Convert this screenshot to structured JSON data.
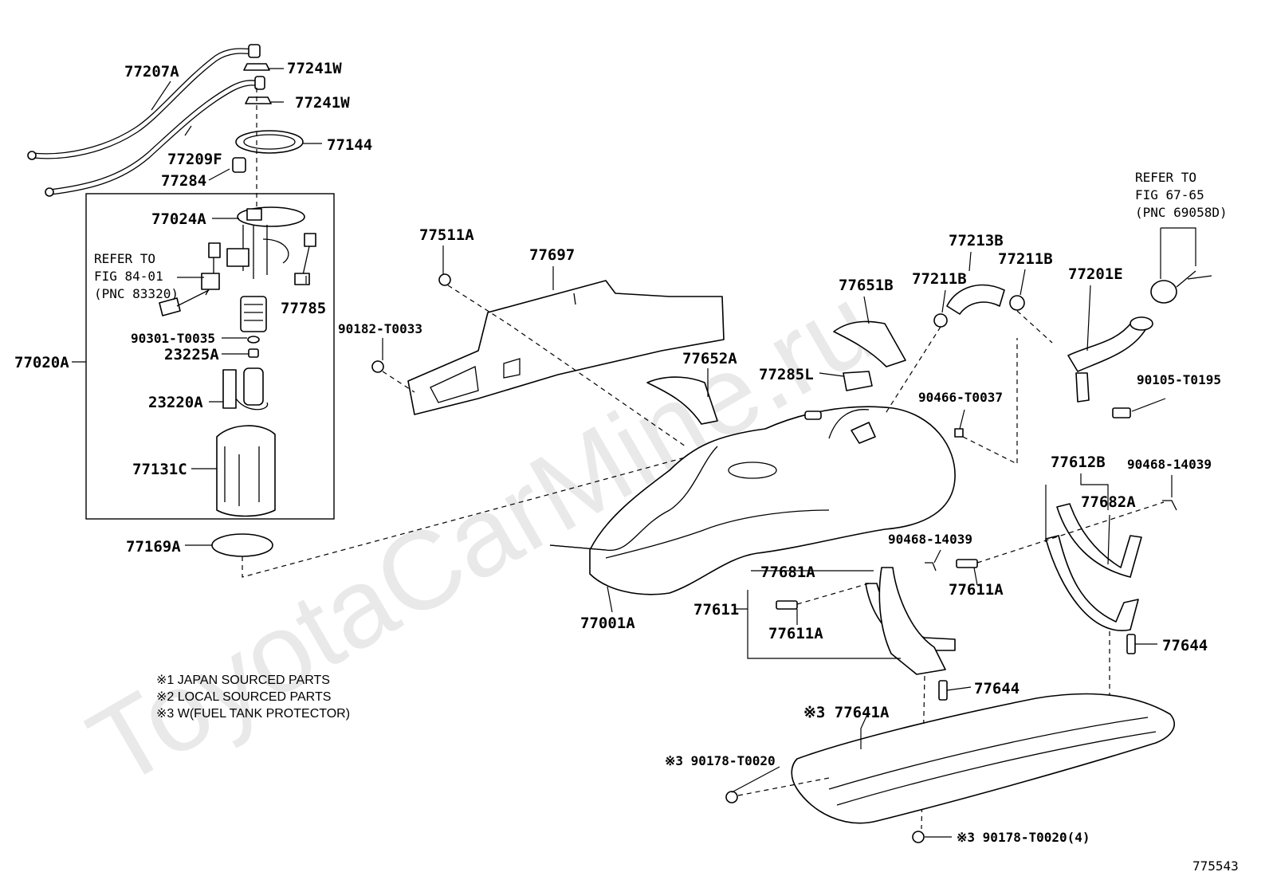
{
  "watermark": "ToyotaCarMine.ru",
  "figure_code": "775543",
  "notes": [
    "※1 JAPAN SOURCED PARTS",
    "※2 LOCAL SOURCED PARTS",
    "※3 W(FUEL TANK PROTECTOR)"
  ],
  "refs": {
    "pump_ref": [
      "REFER TO",
      "FIG 84-01",
      "(PNC 83320)"
    ],
    "cap_ref": [
      "REFER TO",
      "FIG 67-65",
      "(PNC 69058D)"
    ]
  },
  "labels": {
    "p77207A": "77207A",
    "p77241W_1": "77241W",
    "p77241W_2": "77241W",
    "p77144": "77144",
    "p77209F": "77209F",
    "p77284": "77284",
    "p77024A": "77024A",
    "p77785": "77785",
    "p90301": "90301-T0035",
    "p23225A": "23225A",
    "p77020A": "77020A",
    "p23220A": "23220A",
    "p77131C": "77131C",
    "p77169A": "77169A",
    "p77511A": "77511A",
    "p77697": "77697",
    "p90182": "90182-T0033",
    "p77651B": "77651B",
    "p77652A": "77652A",
    "p77213B": "77213B",
    "p77211B_1": "77211B",
    "p77211B_2": "77211B",
    "p77201E": "77201E",
    "p77285L": "77285L",
    "p90466": "90466-T0037",
    "p90105": "90105-T0195",
    "p77612B": "77612B",
    "p90468_1": "90468-14039",
    "p77682A": "77682A",
    "p90468_2": "90468-14039",
    "p77681A": "77681A",
    "p77611A_1": "77611A",
    "p77611": "77611",
    "p77611A_2": "77611A",
    "p77001A": "77001A",
    "p77644_1": "77644",
    "p77644_2": "77644",
    "p77641A": "※3 77641A",
    "p90178_1": "※3 90178-T0020",
    "p90178_2": "※3 90178-T0020(4)"
  }
}
